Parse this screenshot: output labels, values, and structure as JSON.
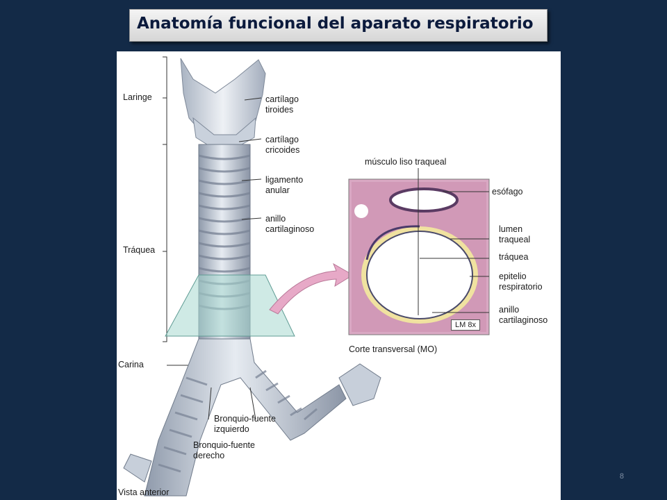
{
  "title": "Anatomía funcional del aparato respiratorio",
  "slide_number": "8",
  "labels": {
    "laringe": "Laringe",
    "traquea": "Tráquea",
    "carina": "Carina",
    "vista": "Vista anterior",
    "cart_tiroides": "cartílago\ntiroides",
    "cart_cricoides": "cartílago\ncricoides",
    "ligamento": "ligamento\nanular",
    "anillo": "anillo\ncartilaginoso",
    "bronquio_izq": "Bronquio-fuente\nizquierdo",
    "bronquio_der": "Bronquio-fuente\nderecho"
  },
  "inset": {
    "musculo": "músculo liso traqueal",
    "esofago": "esófago",
    "lumen": "lumen\ntraqueal",
    "traquea": "tráquea",
    "epitelio": "epitelio\nrespiratorio",
    "anillo": "anillo\ncartilaginoso",
    "magnification": "LM 8x",
    "caption": "Corte transversal (MO)"
  },
  "colors": {
    "background": "#132a47",
    "title_text": "#0b1a3c",
    "trachea": "#c3ccd8",
    "section_plane": "#a8d8d0",
    "arrow": "#e7a9c7"
  }
}
